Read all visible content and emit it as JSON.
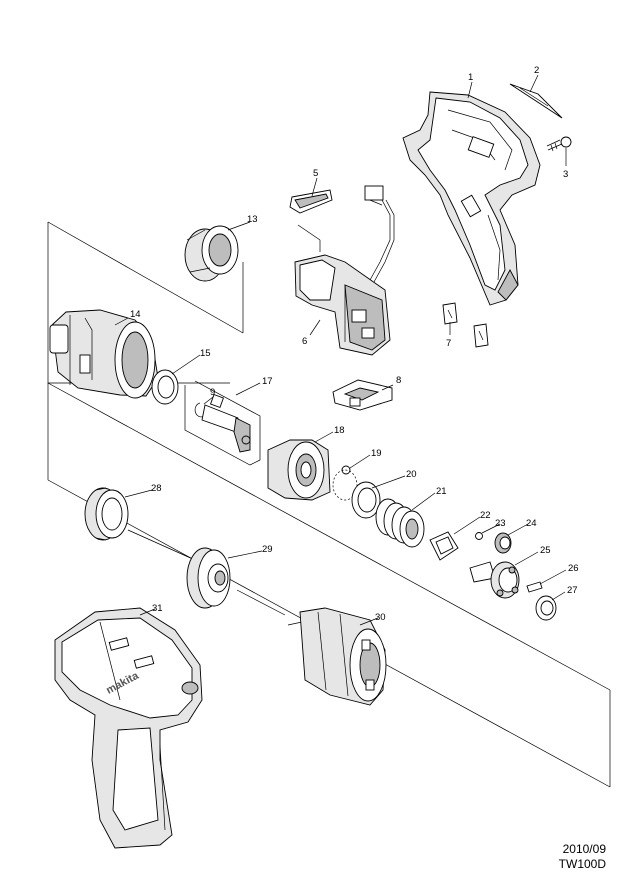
{
  "labels": {
    "p1": "1",
    "p2": "2",
    "p3": "3",
    "p5": "5",
    "p6": "6",
    "p7": "7",
    "p8": "8",
    "p9": "9",
    "p13": "13",
    "p14": "14",
    "p15": "15",
    "p17": "17",
    "p18": "18",
    "p19": "19",
    "p20": "20",
    "p21": "21",
    "p22": "22",
    "p23": "23",
    "p24": "24",
    "p25": "25",
    "p26": "26",
    "p27": "27",
    "p28": "28",
    "p29": "29",
    "p30": "30",
    "p31": "31"
  },
  "footer": {
    "date": "2010/09",
    "model": "TW100D"
  },
  "logo_text": "makita"
}
